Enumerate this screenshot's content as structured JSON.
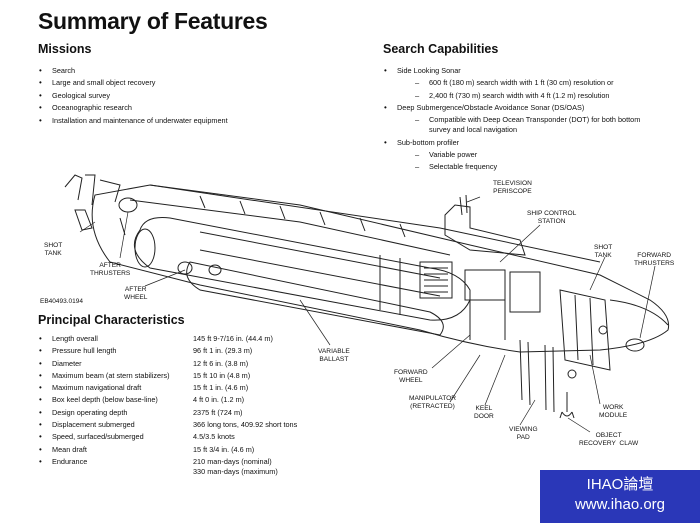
{
  "title": "Summary of Features",
  "missions": {
    "heading": "Missions",
    "items": [
      "Search",
      "Large and small object recovery",
      "Geological survey",
      "Oceanographic research",
      "Installation and maintenance of underwater equipment"
    ]
  },
  "search": {
    "heading": "Search Capabilities",
    "items": [
      {
        "label": "Side Looking Sonar",
        "sub": [
          "600 ft (180 m) search width with 1 ft (30 cm) resolution or",
          "2,400 ft (730 m) search width with 4 ft (1.2 m) resolution"
        ]
      },
      {
        "label": "Deep Submergence/Obstacle Avoidance Sonar (DS/OAS)",
        "sub": [
          "Compatible with Deep Ocean Transponder (DOT) for both bottom survey and local navigation"
        ]
      },
      {
        "label": "Sub-bottom profiler",
        "sub": [
          "Variable power",
          "Selectable frequency"
        ]
      }
    ]
  },
  "doc_id": "EB40493.0194",
  "diagram_labels": {
    "shot_tank_aft": "SHOT\nTANK",
    "after_thrusters": "AFTER\nTHRUSTERS",
    "after_wheel": "AFTER\nWHEEL",
    "television_periscope": "TELEVISION\nPERISCOPE",
    "ship_control_station": "SHIP CONTROL\nSTATION",
    "shot_tank_fwd": "SHOT\nTANK",
    "forward_thrusters": "FORWARD\nTHRUSTERS",
    "variable_ballast": "VARIABLE\nBALLAST",
    "forward_wheel": "FORWARD\nWHEEL",
    "manipulator": "MANIPULATOR\n(RETRACTED)",
    "keel_door": "KEEL\nDOOR",
    "viewing_pad": "VIEWING\nPAD",
    "work_module": "WORK\nMODULE",
    "object_recovery_claw": "OBJECT\nRECOVERY  CLAW"
  },
  "principal": {
    "heading": "Principal Characteristics",
    "rows": [
      {
        "k": "Length overall",
        "v": "145 ft 9-7/16 in.  (44.4 m)"
      },
      {
        "k": "Pressure hull length",
        "v": "96 ft 1 in.  (29.3 m)"
      },
      {
        "k": "Diameter",
        "v": "12 ft 6 in.  (3.8 m)"
      },
      {
        "k": "Maximum beam (at stern stabilizers)",
        "v": "15 ft 10 in  (4.8 m)"
      },
      {
        "k": "Maximum navigational draft",
        "v": "15 ft 1 in.  (4.6 m)"
      },
      {
        "k": "Box keel depth (below base-line)",
        "v": "4 ft 0 in. (1.2 m)"
      },
      {
        "k": "Design operating depth",
        "v": "2375 ft  (724 m)"
      },
      {
        "k": "Displacement submerged",
        "v": "366 long tons, 409.92 short tons"
      },
      {
        "k": "Speed, surfaced/submerged",
        "v": "4.5/3.5 knots"
      },
      {
        "k": "Mean draft",
        "v": "15 ft 3/4 in.  (4.6 m)"
      },
      {
        "k": "Endurance",
        "v": "210 man-days (nominal)\n330 man-days (maximum)"
      }
    ]
  },
  "watermark": {
    "line1": "IHAO論壇",
    "line2": "www.ihao.org"
  }
}
